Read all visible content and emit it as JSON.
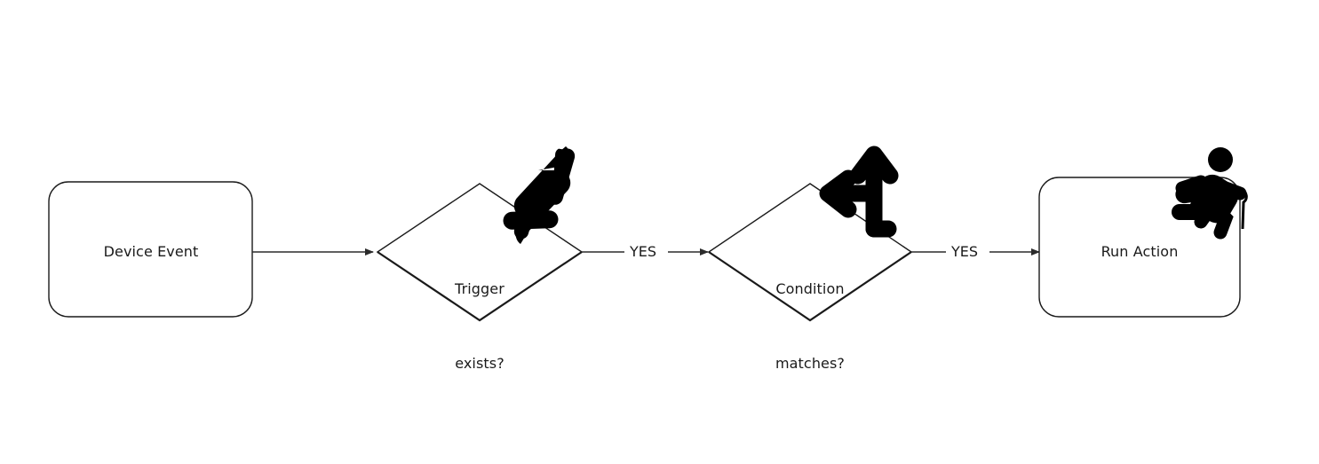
{
  "diagram": {
    "title": "Automation flow: Device Event to Run Action",
    "background_color": "#ffffff",
    "stroke_color": "#1a1a1a",
    "text_color": "#1a1a1a",
    "icon_color": "#000000"
  },
  "nodes": [
    {
      "id": "device-event",
      "shape": "rounded-rectangle",
      "label": "Device Event",
      "icon": null
    },
    {
      "id": "trigger-exists",
      "shape": "diamond",
      "label": "Trigger\nexists?",
      "icon": "lightning-bolt-icon"
    },
    {
      "id": "condition-matches",
      "shape": "diamond",
      "label": "Condition\nmatches?",
      "icon": "branch-arrow-icon"
    },
    {
      "id": "run-action",
      "shape": "rounded-rectangle",
      "label": "Run Action",
      "icon": "running-person-icon"
    }
  ],
  "edges": [
    {
      "id": "edge-1",
      "from": "device-event",
      "to": "trigger-exists",
      "label": ""
    },
    {
      "id": "edge-2",
      "from": "trigger-exists",
      "to": "condition-matches",
      "label": "YES"
    },
    {
      "id": "edge-3",
      "from": "condition-matches",
      "to": "run-action",
      "label": "YES"
    }
  ],
  "labels": {
    "device_event": "Device Event",
    "trigger_line1": "Trigger",
    "trigger_line2": "exists?",
    "condition_line1": "Condition",
    "condition_line2": "matches?",
    "run_action": "Run Action",
    "yes_1": "YES",
    "yes_2": "YES"
  }
}
